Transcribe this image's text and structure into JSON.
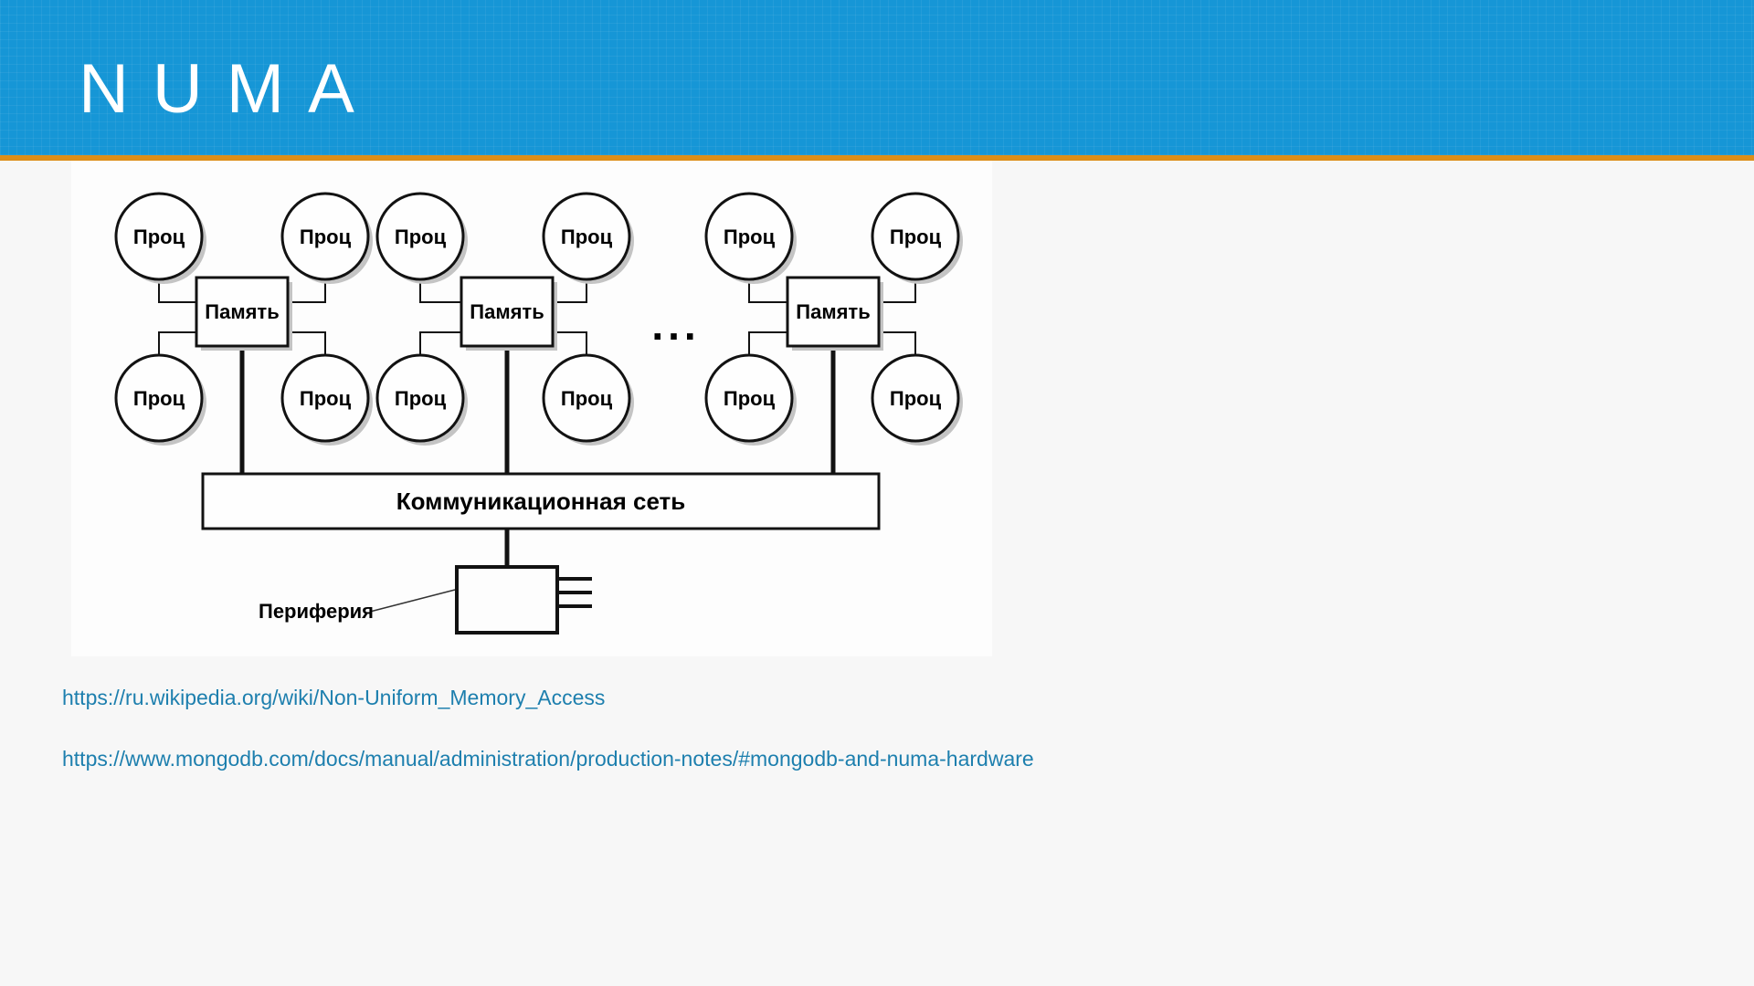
{
  "header": {
    "title": "NUMA"
  },
  "colors": {
    "header_bg": "#1696d6",
    "accent_bar": "#dd8e18",
    "link": "#1d7fae",
    "diagram_bg": "#fdfdfd"
  },
  "diagram": {
    "processor_label": "Проц",
    "memory_label": "Память",
    "network_label": "Коммуникационная сеть",
    "peripheral_label": "Периферия",
    "ellipsis": "..."
  },
  "links": [
    {
      "text": "https://ru.wikipedia.org/wiki/Non-Uniform_Memory_Access"
    },
    {
      "text": "https://www.mongodb.com/docs/manual/administration/production-notes/#mongodb-and-numa-hardware"
    }
  ]
}
